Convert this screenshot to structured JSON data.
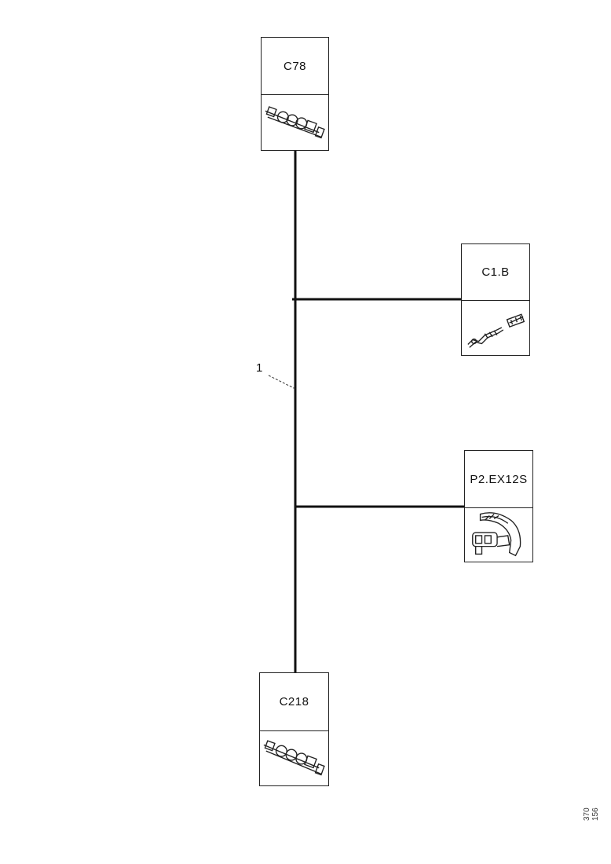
{
  "connectors": {
    "c78": {
      "label": "C78",
      "icon": "connector-housing-icon"
    },
    "c1b": {
      "label": "C1.B",
      "icon": "terminal-pin-icon"
    },
    "p2": {
      "label": "P2.EX12S",
      "icon": "connector-plug-icon"
    },
    "c218": {
      "label": "C218",
      "icon": "connector-housing-icon"
    }
  },
  "harness": {
    "callout": "1"
  },
  "document": {
    "id": "370 156"
  },
  "colors": {
    "wire": "#111111",
    "border": "#222222"
  }
}
